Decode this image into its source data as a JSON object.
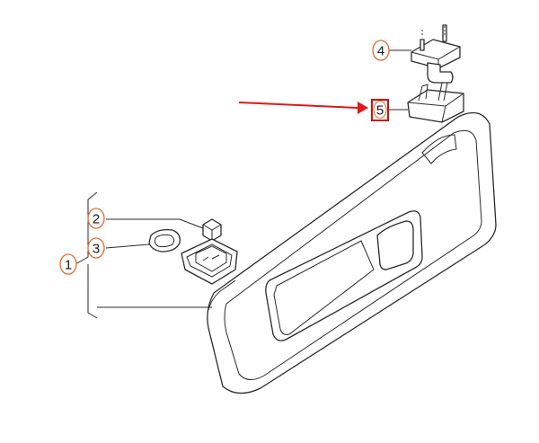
{
  "colors": {
    "callout_ring": "#e36a2e",
    "highlight_box": "#cc1111",
    "arrow": "#e01818",
    "line": "#2a2a2a"
  },
  "callouts": [
    {
      "id": "1",
      "label": "1"
    },
    {
      "id": "2",
      "label": "2"
    },
    {
      "id": "3",
      "label": "3"
    },
    {
      "id": "4",
      "label": "4"
    },
    {
      "id": "5",
      "label": "5",
      "highlighted": true
    }
  ]
}
